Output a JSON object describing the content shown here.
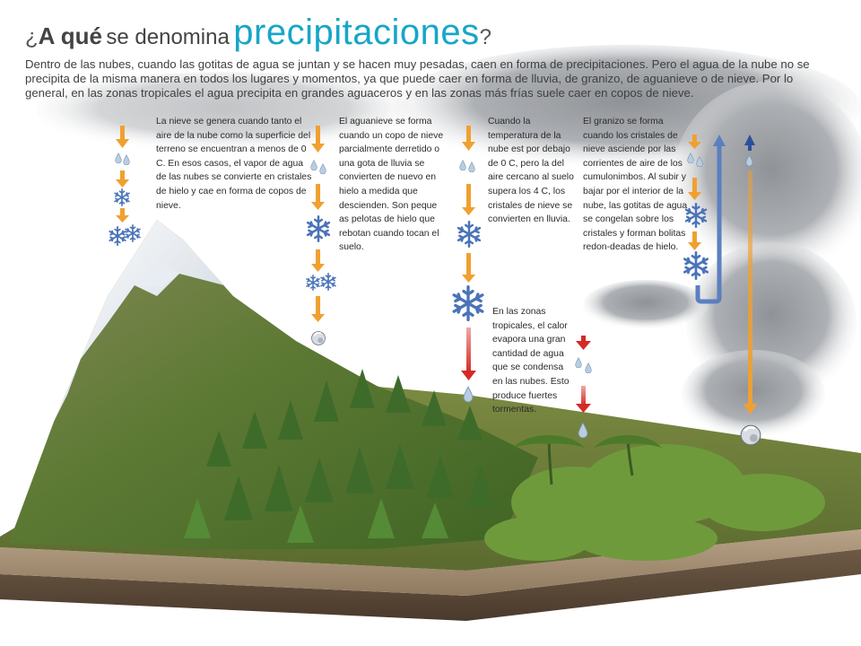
{
  "title": {
    "q_open": "¿",
    "bold": "A qué",
    "middle": "se denomina",
    "highlight": "precipitaciones",
    "q_close": "?"
  },
  "intro": "Dentro de las nubes, cuando las gotitas de agua se juntan y se hacen muy pesadas, caen en forma de precipitaciones. Pero el agua de la nube no se precipita de la misma manera en todos los lugares y momentos, ya que puede caer en forma de lluvia, de granizo, de aguanieve o de nieve. Por lo general, en las zonas tropicales el agua precipita en grandes aguaceros y en las zonas más frías suele caer en copos de nieve.",
  "notes": {
    "nieve": "La nieve se genera cuando tanto el aire de la nube como la superficie del terreno se encuentran a menos de 0  C. En esos casos, el vapor de agua de las nubes se convierte en cristales de hielo y cae en forma de copos de nieve.",
    "aguanieve": "El aguanieve se forma cuando un copo de nieve parcialmente derretido o una gota de lluvia se convierten de nuevo en hielo a medida que descienden. Son peque  as pelotas de hielo que rebotan cuando tocan el suelo.",
    "lluvia": "Cuando la temperatura de la nube est   por debajo de 0  C, pero la del aire cercano al suelo supera los 4  C, los cristales de nieve se convierten en lluvia.",
    "granizo": "El granizo se forma cuando los cristales de nieve asciende por las corrientes de aire de los cumulonimbos. Al subir y bajar por el interior de la nube, las gotitas de agua se congelan sobre los cristales y forman bolitas redon-deadas de hielo.",
    "tropical": "En las zonas tropicales, el calor evapora una gran cantidad de agua que se condensa en las nubes. Esto produce fuertes tormentas."
  },
  "colors": {
    "title_accent": "#17a6c8",
    "orange_arrow": "#f0a030",
    "red_arrow": "#d42a25",
    "blue_arrow": "#5b7fc0",
    "snowflake": "#4a73b8"
  },
  "icons": [
    "orange-arrow-icon",
    "red-arrow-icon",
    "snowflake-icon",
    "raindrop-icon",
    "hailstone-icon",
    "cloud-icon"
  ]
}
